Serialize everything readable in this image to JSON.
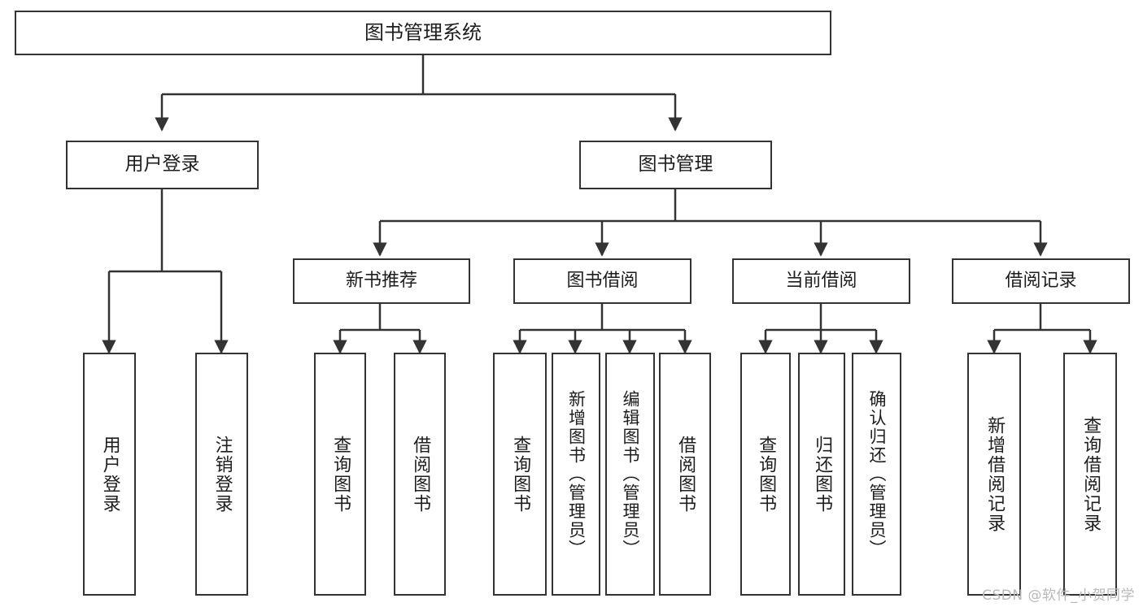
{
  "diagram": {
    "title": "图书管理系统",
    "type": "tree",
    "root": {
      "label": "图书管理系统"
    },
    "level1": [
      {
        "label": "用户登录"
      },
      {
        "label": "图书管理"
      }
    ],
    "level2": [
      {
        "label": "新书推荐",
        "parent": "图书管理"
      },
      {
        "label": "图书借阅",
        "parent": "图书管理"
      },
      {
        "label": "当前借阅",
        "parent": "图书管理"
      },
      {
        "label": "借阅记录",
        "parent": "图书管理"
      }
    ],
    "leaves": [
      {
        "label": "用户登录",
        "parent": "用户登录"
      },
      {
        "label": "注销登录",
        "parent": "用户登录"
      },
      {
        "label": "查询图书",
        "parent": "新书推荐"
      },
      {
        "label": "借阅图书",
        "parent": "新书推荐"
      },
      {
        "label": "查询图书",
        "parent": "图书借阅"
      },
      {
        "label": "新增图书（管理员）",
        "parent": "图书借阅"
      },
      {
        "label": "编辑图书（管理员）",
        "parent": "图书借阅"
      },
      {
        "label": "借阅图书",
        "parent": "图书借阅"
      },
      {
        "label": "查询图书",
        "parent": "当前借阅"
      },
      {
        "label": "归还图书",
        "parent": "当前借阅"
      },
      {
        "label": "确认归还（管理员）",
        "parent": "当前借阅"
      },
      {
        "label": "新增借阅记录",
        "parent": "借阅记录"
      },
      {
        "label": "查询借阅记录",
        "parent": "借阅记录"
      }
    ]
  },
  "watermark": {
    "text": "CSDN @软件_小贺同学"
  },
  "colors": {
    "border": "#333333",
    "background": "#ffffff",
    "text": "#1d1d1d",
    "watermark": "#b9b9b9"
  }
}
